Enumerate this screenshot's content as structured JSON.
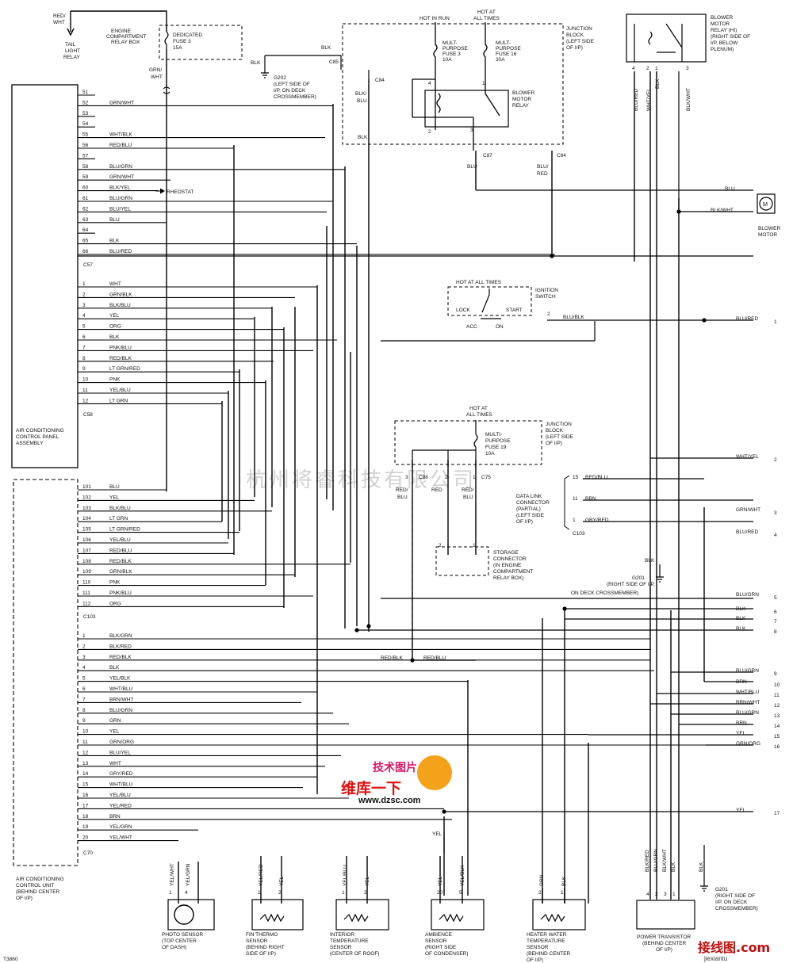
{
  "watermark": "杭州将睿科技有限公司",
  "logo_text": "维库一下",
  "logo_url": "www.dzsc.com",
  "logo_badge": "技术图片",
  "brand_bottom": "接线图.com",
  "brand_url": "jiexiantu",
  "fig_id": "T3860",
  "control_panel": {
    "label_lines": [
      "AIR CONDITIONING",
      "CONTROL PANEL",
      "ASSEMBLY"
    ],
    "c57_label": "C57",
    "c57_pins": [
      {
        "n": "51",
        "w": ""
      },
      {
        "n": "52",
        "w": "GRN/WHT"
      },
      {
        "n": "53",
        "w": ""
      },
      {
        "n": "54",
        "w": ""
      },
      {
        "n": "55",
        "w": "WHT/BLK"
      },
      {
        "n": "56",
        "w": "RED/BLU"
      },
      {
        "n": "57",
        "w": ""
      },
      {
        "n": "58",
        "w": "BLU/GRN"
      },
      {
        "n": "59",
        "w": "GRN/WHT"
      },
      {
        "n": "60",
        "w": "BLK/YEL"
      },
      {
        "n": "61",
        "w": "BLU/GRN"
      },
      {
        "n": "62",
        "w": "BLU/YEL"
      },
      {
        "n": "63",
        "w": "BLU"
      },
      {
        "n": "64",
        "w": ""
      },
      {
        "n": "65",
        "w": "BLK"
      },
      {
        "n": "66",
        "w": "BLU/RED"
      }
    ],
    "c58_label": "C58",
    "c58_pins": [
      {
        "n": "1",
        "w": "WHT"
      },
      {
        "n": "2",
        "w": "GRN/BLK"
      },
      {
        "n": "3",
        "w": "BLK/BLU"
      },
      {
        "n": "4",
        "w": "YEL"
      },
      {
        "n": "5",
        "w": "ORG"
      },
      {
        "n": "6",
        "w": "BLK"
      },
      {
        "n": "7",
        "w": "PNK/BLU"
      },
      {
        "n": "8",
        "w": "RED/BLK"
      },
      {
        "n": "9",
        "w": "LT GRN/RED"
      },
      {
        "n": "10",
        "w": "PNK"
      },
      {
        "n": "11",
        "w": "YEL/BLU"
      },
      {
        "n": "12",
        "w": "LT GRN"
      }
    ],
    "rheostat": "RHEOSTAT"
  },
  "control_unit": {
    "label_lines": [
      "AIR CONDITIONING",
      "CONTROL UNIT",
      "(BEHIND CENTER",
      "OF I/P)"
    ],
    "c103_label": "C103",
    "c103_pins": [
      {
        "n": "101",
        "w": "BLU"
      },
      {
        "n": "102",
        "w": "YEL"
      },
      {
        "n": "103",
        "w": "BLK/BLU"
      },
      {
        "n": "104",
        "w": "LT GRN"
      },
      {
        "n": "105",
        "w": "LT GRN/RED"
      },
      {
        "n": "106",
        "w": "YEL/BLU"
      },
      {
        "n": "107",
        "w": "RED/BLU"
      },
      {
        "n": "108",
        "w": "RED/BLK"
      },
      {
        "n": "109",
        "w": "GRN/BLK"
      },
      {
        "n": "110",
        "w": "PNK"
      },
      {
        "n": "111",
        "w": "PNK/BLU"
      },
      {
        "n": "112",
        "w": "ORG"
      }
    ],
    "c70_label": "C70",
    "c70_pins": [
      {
        "n": "1",
        "w": "BLK/GRN"
      },
      {
        "n": "2",
        "w": "BLK/RED"
      },
      {
        "n": "3",
        "w": "RED/BLK"
      },
      {
        "n": "4",
        "w": "BLK"
      },
      {
        "n": "5",
        "w": "YEL/BLK"
      },
      {
        "n": "6",
        "w": "WHT/BLU"
      },
      {
        "n": "7",
        "w": "BRN/WHT"
      },
      {
        "n": "8",
        "w": "BLU/GRN"
      },
      {
        "n": "9",
        "w": "GRN"
      },
      {
        "n": "10",
        "w": "YEL"
      },
      {
        "n": "11",
        "w": "GRN/ORG"
      },
      {
        "n": "12",
        "w": "BLU/YEL"
      },
      {
        "n": "13",
        "w": "WHT"
      },
      {
        "n": "14",
        "w": "GRY/RED"
      },
      {
        "n": "15",
        "w": "WHT/BLU"
      },
      {
        "n": "16",
        "w": "YEL/BLU"
      },
      {
        "n": "17",
        "w": "YEL/RED"
      },
      {
        "n": "18",
        "w": "BRN"
      },
      {
        "n": "19",
        "w": "YEL/GRN"
      },
      {
        "n": "20",
        "w": "YEL/WHT"
      }
    ]
  },
  "top": {
    "tail_relay_wire": [
      "RED/",
      "WHT"
    ],
    "tail_relay": [
      "TAIL",
      "LIGHT",
      "RELAY"
    ],
    "engine_box": [
      "ENGINE",
      "COMPARTMENT",
      "RELAY BOX"
    ],
    "dedicated_fuse": [
      "DEDICATED",
      "FUSE 3",
      "15A"
    ],
    "grn_wht": [
      "GRN/",
      "WHT"
    ],
    "hot_in_run": "HOT IN RUN",
    "hot_at_all_times": [
      "HOT AT",
      "ALL TIMES"
    ],
    "fuse3": [
      "MULT-",
      "PURPOSE",
      "FUSE 3",
      "10A"
    ],
    "fuse16": [
      "MULT-",
      "PURPOSE",
      "FUSE 16",
      "30A"
    ],
    "blower_relay": [
      "BLOWER",
      "MOTOR",
      "RELAY"
    ],
    "junction_block": [
      "JUNCTION",
      "BLOCK",
      "(LEFT SIDE",
      "OF I/P)"
    ],
    "blk": "BLK",
    "c85": "C85",
    "c84": "C84",
    "c87": "C87",
    "g202": [
      "G202",
      "(LEFT SIDE OF",
      "I/P, ON DECK",
      "CROSSMEMBER)"
    ],
    "blk_blu": [
      "BLK/",
      "BLU"
    ],
    "blu": "BLU",
    "blu_red_v": [
      "BLU/",
      "RED"
    ],
    "hi_relay": [
      "BLOWER",
      "MOTOR",
      "RELAY (HI)",
      "(RIGHT SIDE OF",
      "I/P, BELOW",
      "PLENUM)"
    ],
    "hi_relay_wires": [
      "BLU/RED",
      "WHT/YEL",
      "BLK",
      "BLK/WHT"
    ],
    "hi_pins": [
      "4",
      "2",
      "1",
      "3"
    ],
    "motor_wires": [
      "BLU",
      "BLK/WHT"
    ],
    "motor_label": [
      "BLOWER",
      "MOTOR"
    ],
    "motor_symbol": "M"
  },
  "ignition": {
    "hot": "HOT AT ALL TIMES",
    "label": [
      "IGNITION",
      "SWITCH"
    ],
    "positions": [
      "LOCK",
      "ACC",
      "ON",
      "START"
    ],
    "wire": "BLU/BLK",
    "pin": "2"
  },
  "junction19": {
    "hot": [
      "HOT AT",
      "ALL TIMES"
    ],
    "fuse": [
      "MULTI-",
      "PURPOSE",
      "FUSE 19",
      "10A"
    ],
    "junction": [
      "JUNCTION",
      "BLOCK",
      "(LEFT SIDE",
      "OF I/P)"
    ],
    "c88": "C88",
    "c75": "C75",
    "pins": [
      "3",
      "2",
      "1"
    ],
    "wires": [
      [
        "RED/",
        "BLU"
      ],
      [
        "RED"
      ],
      [
        "RED/",
        "BLU"
      ]
    ],
    "storage": [
      "STORAGE",
      "CONNECTOR",
      "(IN ENGINE",
      "COMPARTMENT",
      "RELAY BOX)"
    ],
    "storage_pins": [
      "2",
      "1"
    ]
  },
  "dlc": {
    "label": [
      "DATA LINK",
      "CONNECTOR",
      "(PARTIAL)",
      "(LEFT SIDE",
      "OF I/P)"
    ],
    "c103": "C103",
    "rows": [
      {
        "n": "15",
        "w": "RED/BLU"
      },
      {
        "n": "11",
        "w": "BRN"
      },
      {
        "n": "1",
        "w": "GRY/RED"
      }
    ]
  },
  "g201_mid": {
    "blk": "BLK",
    "label": [
      "G201",
      "(RIGHT SIDE OF I/P,",
      "ON DECK CROSSMEMBER)"
    ]
  },
  "right_list": [
    {
      "w": "BLU/RED",
      "n": "1"
    },
    {
      "w": "WHT/YEL",
      "n": "2"
    },
    {
      "w": "GRN/WHT",
      "n": "3"
    },
    {
      "w": "BLU/RED",
      "n": "4"
    },
    {
      "w": "BLU/GRN",
      "n": "5"
    },
    {
      "w": "BLK",
      "n": "6"
    },
    {
      "w": "BLK",
      "n": "7"
    },
    {
      "w": "BLK",
      "n": "8"
    },
    {
      "w": "BLU/GRN",
      "n": "9"
    },
    {
      "w": "BRN",
      "n": "10"
    },
    {
      "w": "WHT/BLU",
      "n": "11"
    },
    {
      "w": "BRN/WHT",
      "n": "12"
    },
    {
      "w": "BLU/GRN",
      "n": "13"
    },
    {
      "w": "BRN",
      "n": "14"
    },
    {
      "w": "YEL",
      "n": "15"
    },
    {
      "w": "GRN/ORG",
      "n": "16"
    },
    {
      "w": "YEL",
      "n": "17"
    }
  ],
  "bottom": {
    "red_blk": "RED/BLK",
    "red_blu": "RED/BLU",
    "yel": "YEL",
    "sensors": [
      {
        "wires": [
          "YEL/WHT",
          "YEL/GRN"
        ],
        "pins": [
          "1",
          "4"
        ],
        "label": [
          "PHOTO SENSOR",
          "(TOP CENTER",
          "OF DASH)"
        ]
      },
      {
        "wires": [
          "YEL/RED",
          "YEL"
        ],
        "pins": [
          "1",
          "2"
        ],
        "label": [
          "FIN THERMO",
          "SENSOR",
          "(BEHIND RIGHT",
          "SIDE OF I/P)"
        ]
      },
      {
        "wires": [
          "YEL/BLU",
          "YEL"
        ],
        "pins": [
          "1",
          "2"
        ],
        "label": [
          "INTERIOR",
          "TEMPERATURE",
          "SENSOR",
          "(CENTER OF ROOF)"
        ]
      },
      {
        "wires": [
          "YEL",
          "YEL/BLK"
        ],
        "pins": [
          "20",
          "5"
        ],
        "label": [
          "AMBIENCE",
          "SENSOR",
          "(RIGHT SIDE",
          "OF CONDENSER)"
        ]
      },
      {
        "wires": [
          "GRN",
          "BLK"
        ],
        "pins": [
          "2",
          "1"
        ],
        "label": [
          "HEATER WATER",
          "TEMPERATURE",
          "SENSOR",
          "(BEHIND CENTER",
          "OF I/P)"
        ]
      }
    ],
    "transistor": {
      "wires": [
        "BLK/RED",
        "BLU/GRN",
        "BLK/WHT",
        "BLK"
      ],
      "pins": [
        "4",
        "2",
        "3",
        "1"
      ],
      "label": [
        "POWER TRANSISTOR",
        "(BEHIND CENTER",
        "OF I/P)"
      ]
    },
    "g201": {
      "blk": "BLK",
      "label": [
        "G201",
        "(RIGHT SIDE OF",
        "I/P, ON DECK",
        "CROSSMEMBER)"
      ]
    }
  }
}
